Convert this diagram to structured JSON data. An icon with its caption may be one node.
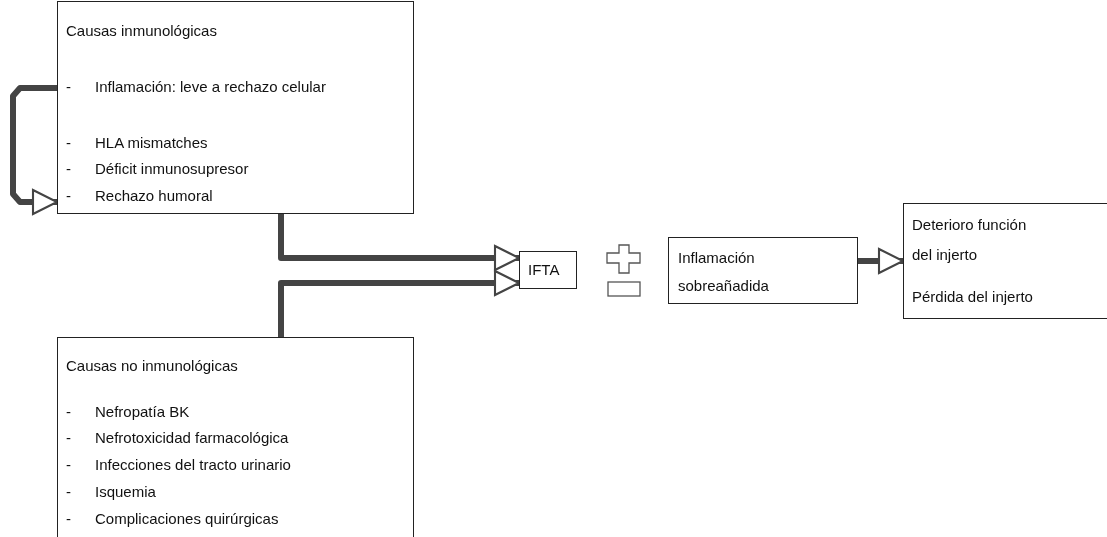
{
  "diagram": {
    "nodes": [
      {
        "text": [
          "Causas inmunológicas",
          "- Inflamación: leve a rechazo celular",
          "- HLA mismatches",
          "- Déficit inmunosupresor",
          "- Rechazo humoral"
        ]
      },
      {
        "text": [
          "Causas no inmunológicas",
          "- Nefropatía BK",
          "- Nefrotoxicidad farmacológica",
          "- Infecciones del tracto urinario",
          "- Isquemia",
          "- Complicaciones quirúrgicas"
        ]
      },
      {
        "text": [
          "IFTA"
        ]
      },
      {
        "text": [
          "Inflamación sobreañadida"
        ]
      },
      {
        "text": [
          "Deterioro función del injerto",
          "Pérdida del injerto"
        ]
      }
    ],
    "edges": [
      {
        "from": 0,
        "to": 0,
        "arrow": "to"
      },
      {
        "from": 0,
        "to": 2,
        "arrow": "to"
      },
      {
        "from": 1,
        "to": 2,
        "arrow": "to"
      },
      {
        "from": 3,
        "to": 4,
        "arrow": "to"
      }
    ]
  }
}
